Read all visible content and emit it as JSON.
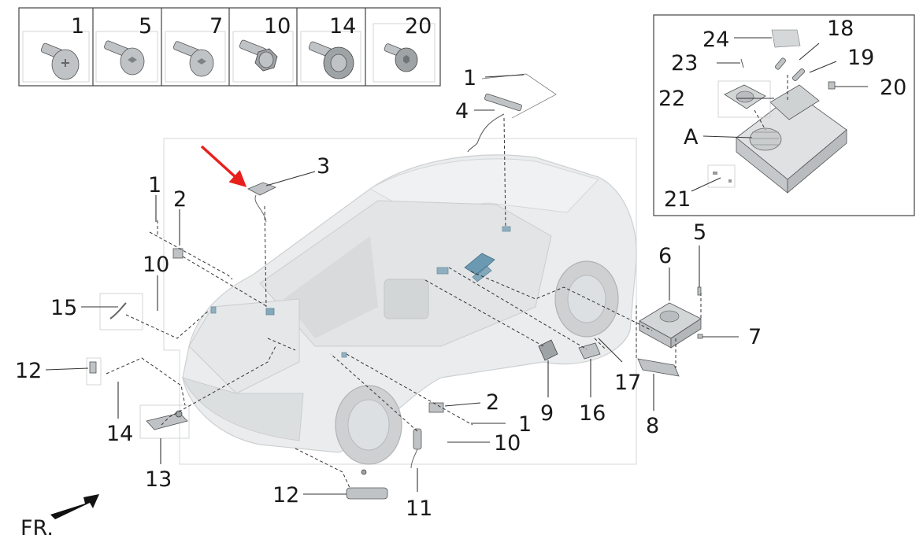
{
  "colors": {
    "pointer_arrow": "#e8201c",
    "highlight_part": "#5c8faa",
    "ink": "#1a1a1a"
  },
  "fastener_strip": [
    {
      "label": "1",
      "icon": "pan-head-screw-icon"
    },
    {
      "label": "5",
      "icon": "wafer-bolt-icon"
    },
    {
      "label": "7",
      "icon": "hex-drive-bolt-icon"
    },
    {
      "label": "10",
      "icon": "hex-flange-bolt-icon"
    },
    {
      "label": "14",
      "icon": "flange-screw-icon"
    },
    {
      "label": "20",
      "icon": "socket-bolt-icon"
    }
  ],
  "inset": {
    "labels": {
      "l24": "24",
      "l18": "18",
      "l23": "23",
      "l19": "19",
      "l22": "22",
      "l20": "20",
      "lA": "A",
      "l21": "21"
    }
  },
  "callouts": {
    "c1_top": "1",
    "c4": "4",
    "c3": "3",
    "c1_left": "1",
    "c2_left": "2",
    "c10_left": "10",
    "c15": "15",
    "c12_left": "12",
    "c14": "14",
    "c13": "13",
    "c12_bottom": "12",
    "c11": "11",
    "c10_bottom": "10",
    "c1_bottom": "1",
    "c2_bottom": "2",
    "c9": "9",
    "c16": "16",
    "c17": "17",
    "c8": "8",
    "c7": "7",
    "c6": "6",
    "c5": "5"
  },
  "direction": {
    "label": "FR.",
    "icon": "forward-direction-arrow-icon"
  }
}
